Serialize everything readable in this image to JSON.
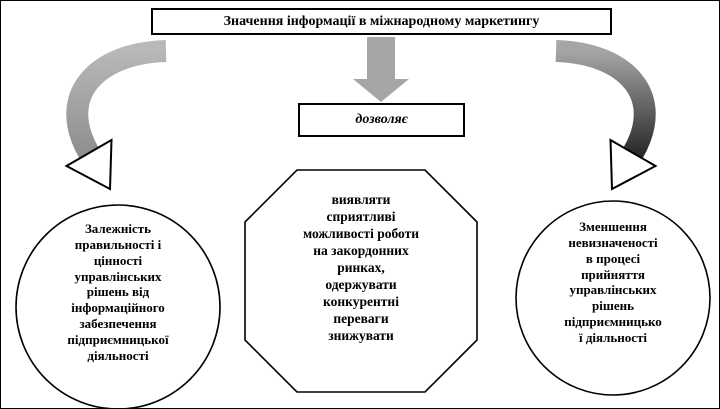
{
  "diagram": {
    "title": "Значення інформації в міжнародному маркетингу",
    "allows_label": "дозволяє",
    "octagon_text": "виявляти\nсприятливі\nможливості роботи\nна закордонних\nринках,\nодержувати\nконкурентні\nпереваги\nзнижувати",
    "left_circle_text": "Залежність\nправильності і\nцінності\nуправлінських\nрішень від\nінформаційного\nзабезпечення\nпідприємницької\nдіяльності",
    "right_circle_text": "Зменшення\nневизначеності\nв процесі\nприйняття\nуправлінських\nрішень\nпідприємницько\nї діяльності",
    "colors": {
      "background": "#ffffff",
      "outline": "#000000",
      "arrow_gray": "#a6a6a6",
      "arrow_dark": "#2b2b2b"
    }
  }
}
